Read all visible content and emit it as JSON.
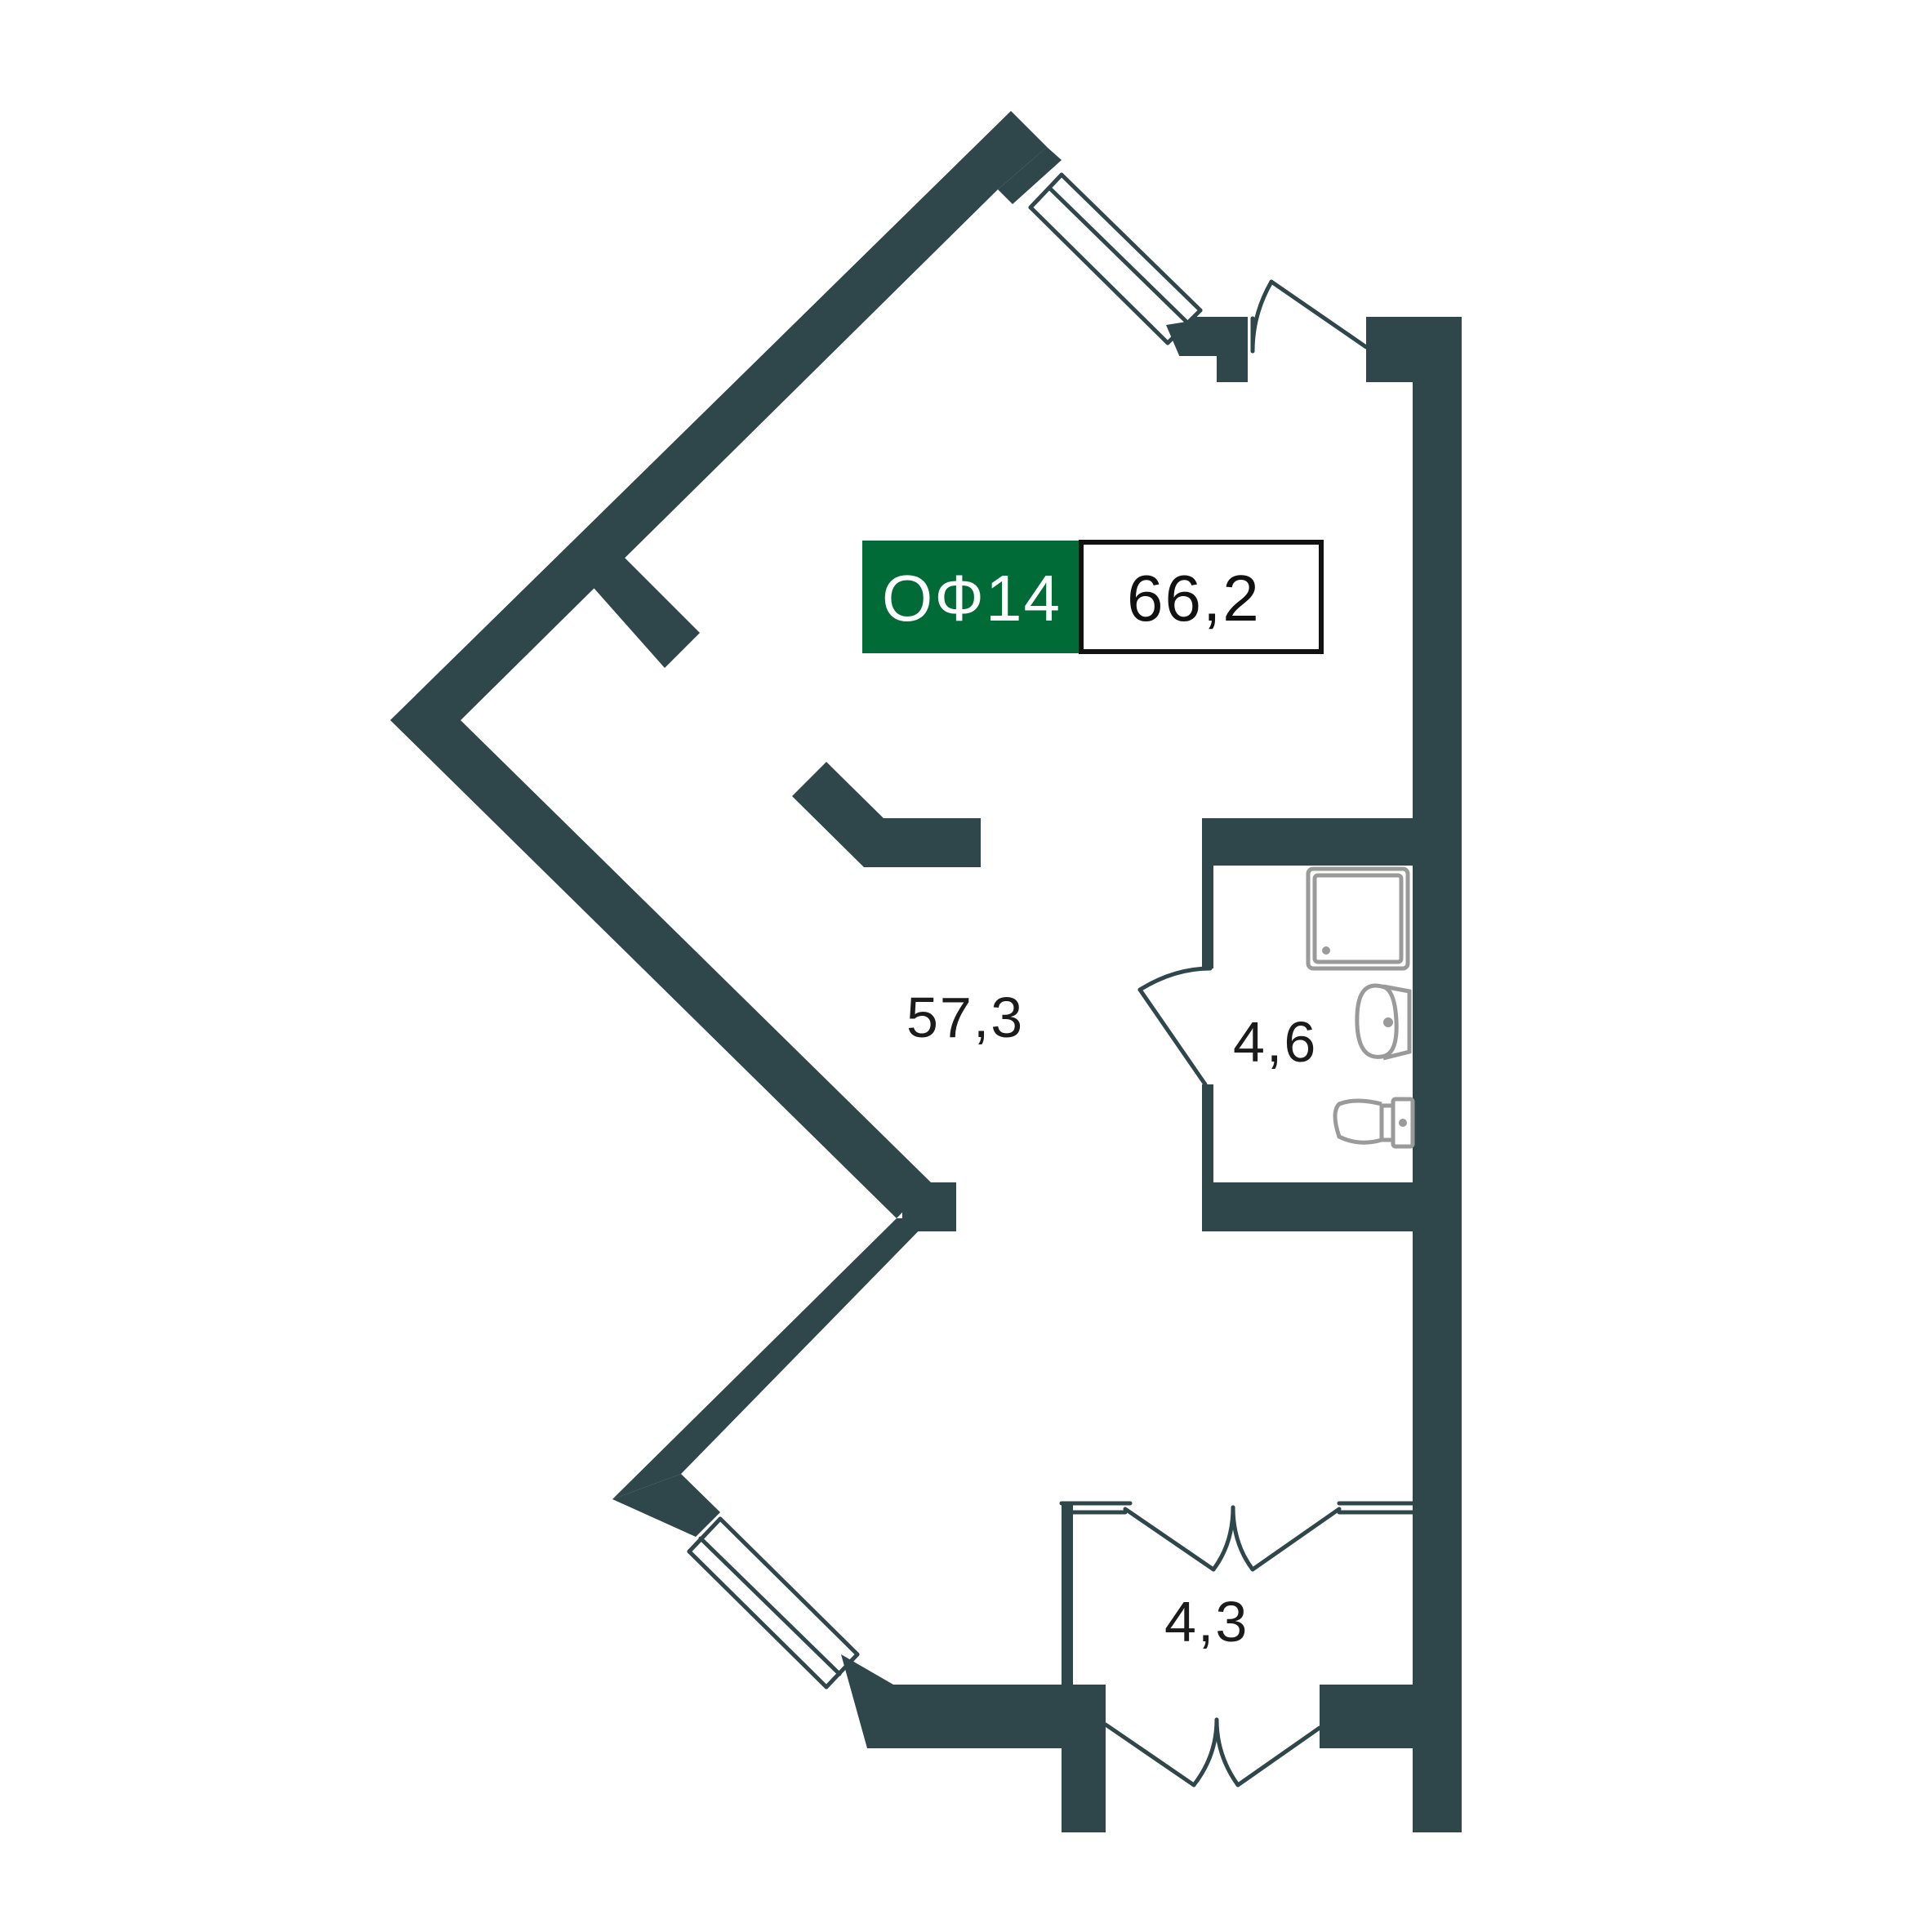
{
  "colors": {
    "wall": "#2f464b",
    "badge_green": "#006b37",
    "fixture": "#9a9a9a"
  },
  "badge": {
    "unit_code": "ОФ14",
    "total_area": "66,2"
  },
  "rooms": [
    {
      "name": "main-room",
      "area": "57,3"
    },
    {
      "name": "bathroom",
      "area": "4,6"
    },
    {
      "name": "vestibule",
      "area": "4,3"
    }
  ],
  "fixtures": [
    "shower-tray-icon",
    "sink-icon",
    "toilet-icon"
  ]
}
